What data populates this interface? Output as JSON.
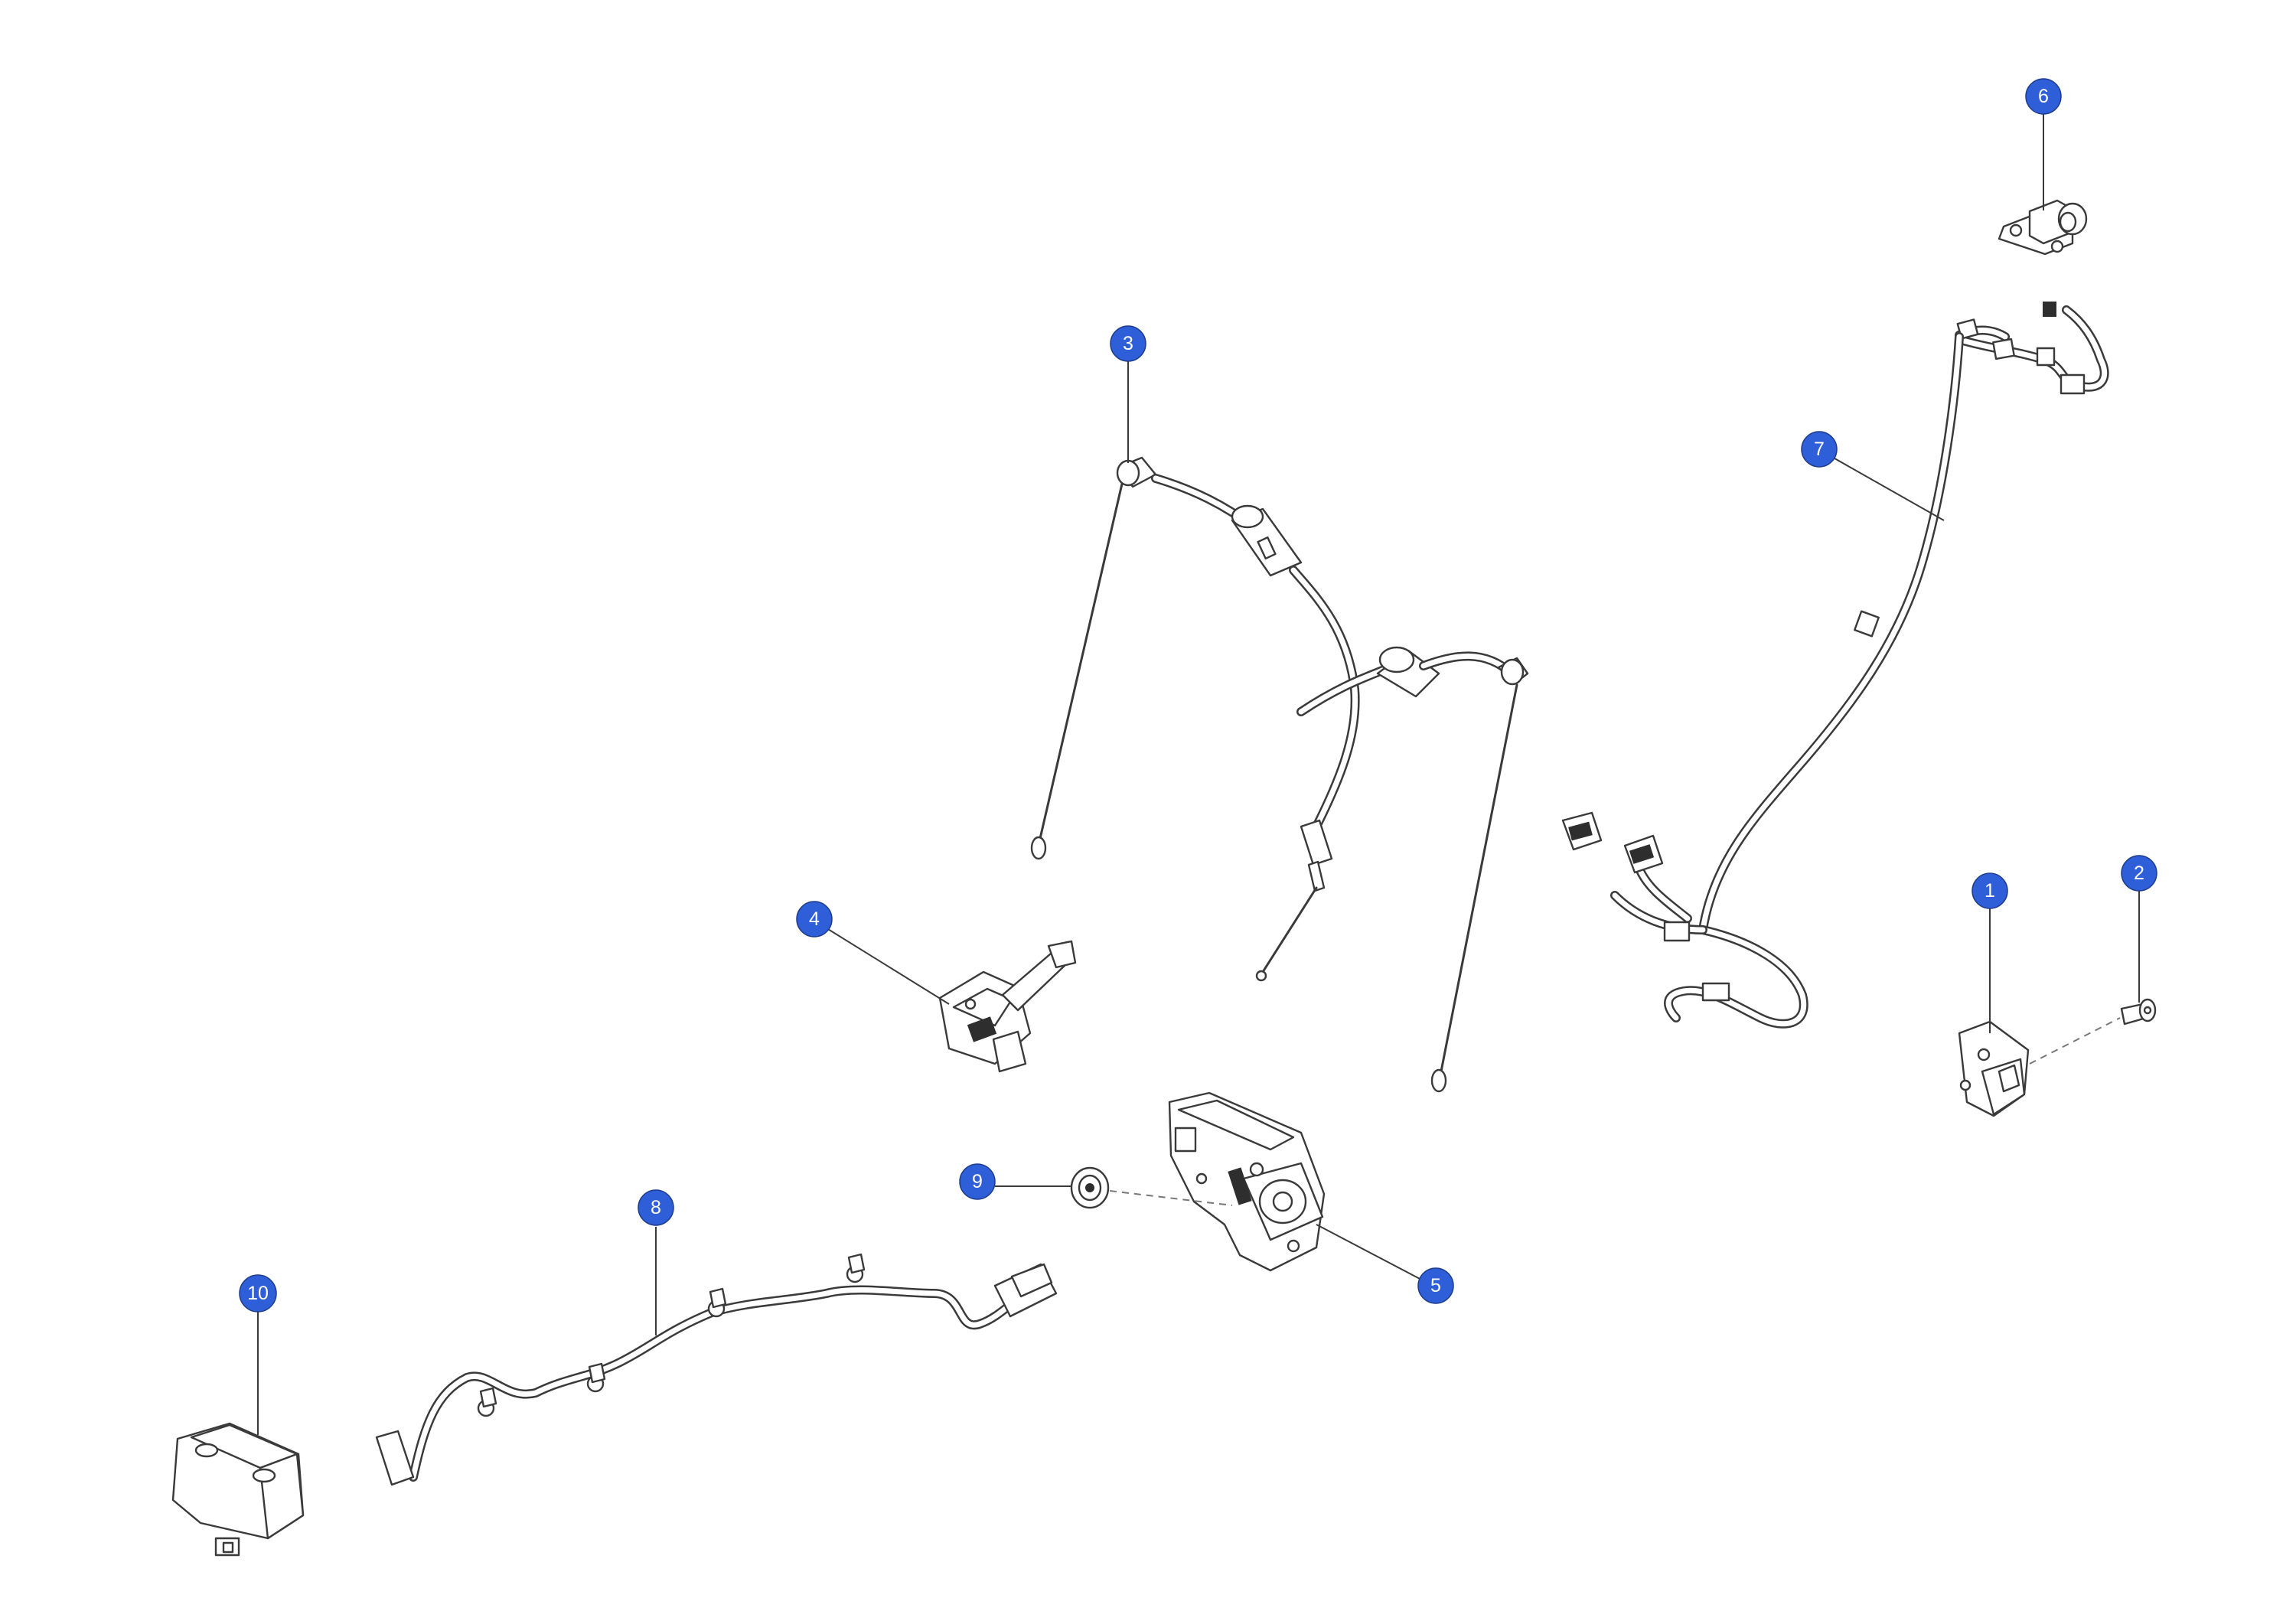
{
  "callouts": {
    "c1": "1",
    "c2": "2",
    "c3": "3",
    "c4": "4",
    "c5": "5",
    "c6": "6",
    "c7": "7",
    "c8": "8",
    "c9": "9",
    "c10": "10"
  },
  "colors": {
    "callout_fill": "#2f5fd8",
    "line": "#3a3a3a",
    "background": "#ffffff"
  }
}
